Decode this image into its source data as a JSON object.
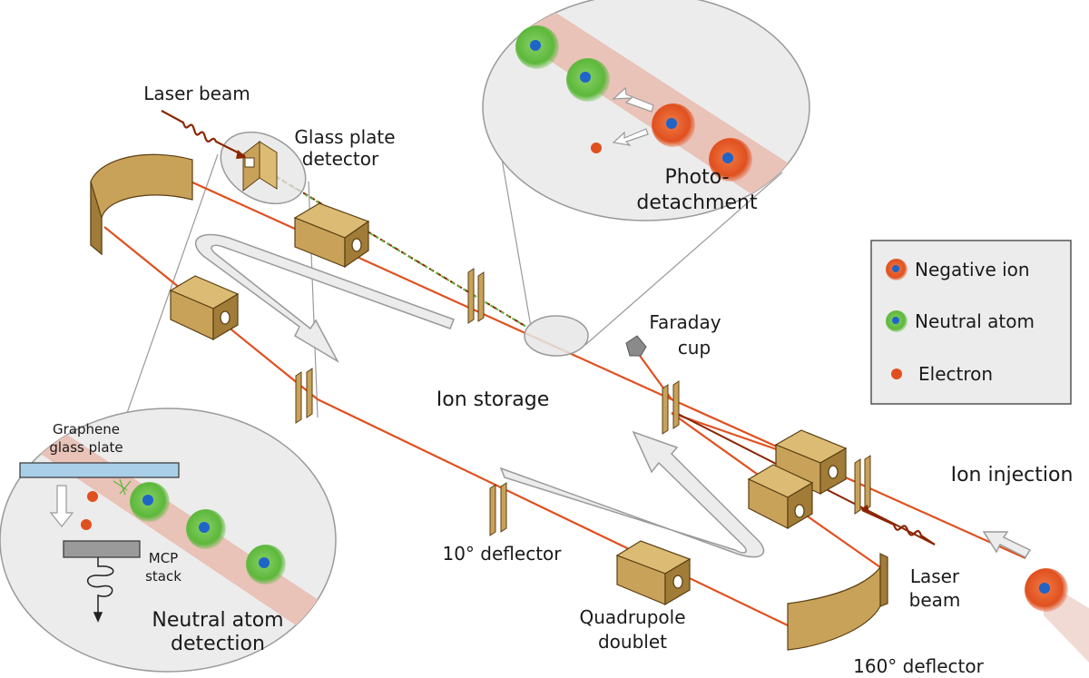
{
  "labels": {
    "laser_beam_top": "Laser beam",
    "glass_plate_detector_1": "Glass plate",
    "glass_plate_detector_2": "detector",
    "photodetachment_1": "Photo-",
    "photodetachment_2": "detachment",
    "faraday_cup_1": "Faraday",
    "faraday_cup_2": "cup",
    "ion_storage": "Ion storage",
    "ion_injection": "Ion injection",
    "deflector_10": "10° deflector",
    "quadrupole_1": "Quadrupole",
    "quadrupole_2": "doublet",
    "deflector_160": "160° deflector",
    "laser_beam_bottom_1": "Laser",
    "laser_beam_bottom_2": "beam",
    "graphene_1": "Graphene",
    "graphene_2": "glass plate",
    "mcp_1": "MCP",
    "mcp_2": "stack",
    "neutral_detection_1": "Neutral atom",
    "neutral_detection_2": "detection"
  },
  "legend": {
    "items": [
      {
        "label": "Negative ion",
        "color": "#e0501f"
      },
      {
        "label": "Neutral atom",
        "color": "#5cb83a"
      },
      {
        "label": "Electron",
        "color": "#e0501f"
      }
    ]
  },
  "colors": {
    "beam": "#e0501f",
    "laser": "#8b2500",
    "component": "#c9a25a",
    "component_dark": "#7a5a22",
    "zoom_bg": "#ececec",
    "beam_band": "#e9c2b8",
    "nucleus": "#1f64c8"
  }
}
